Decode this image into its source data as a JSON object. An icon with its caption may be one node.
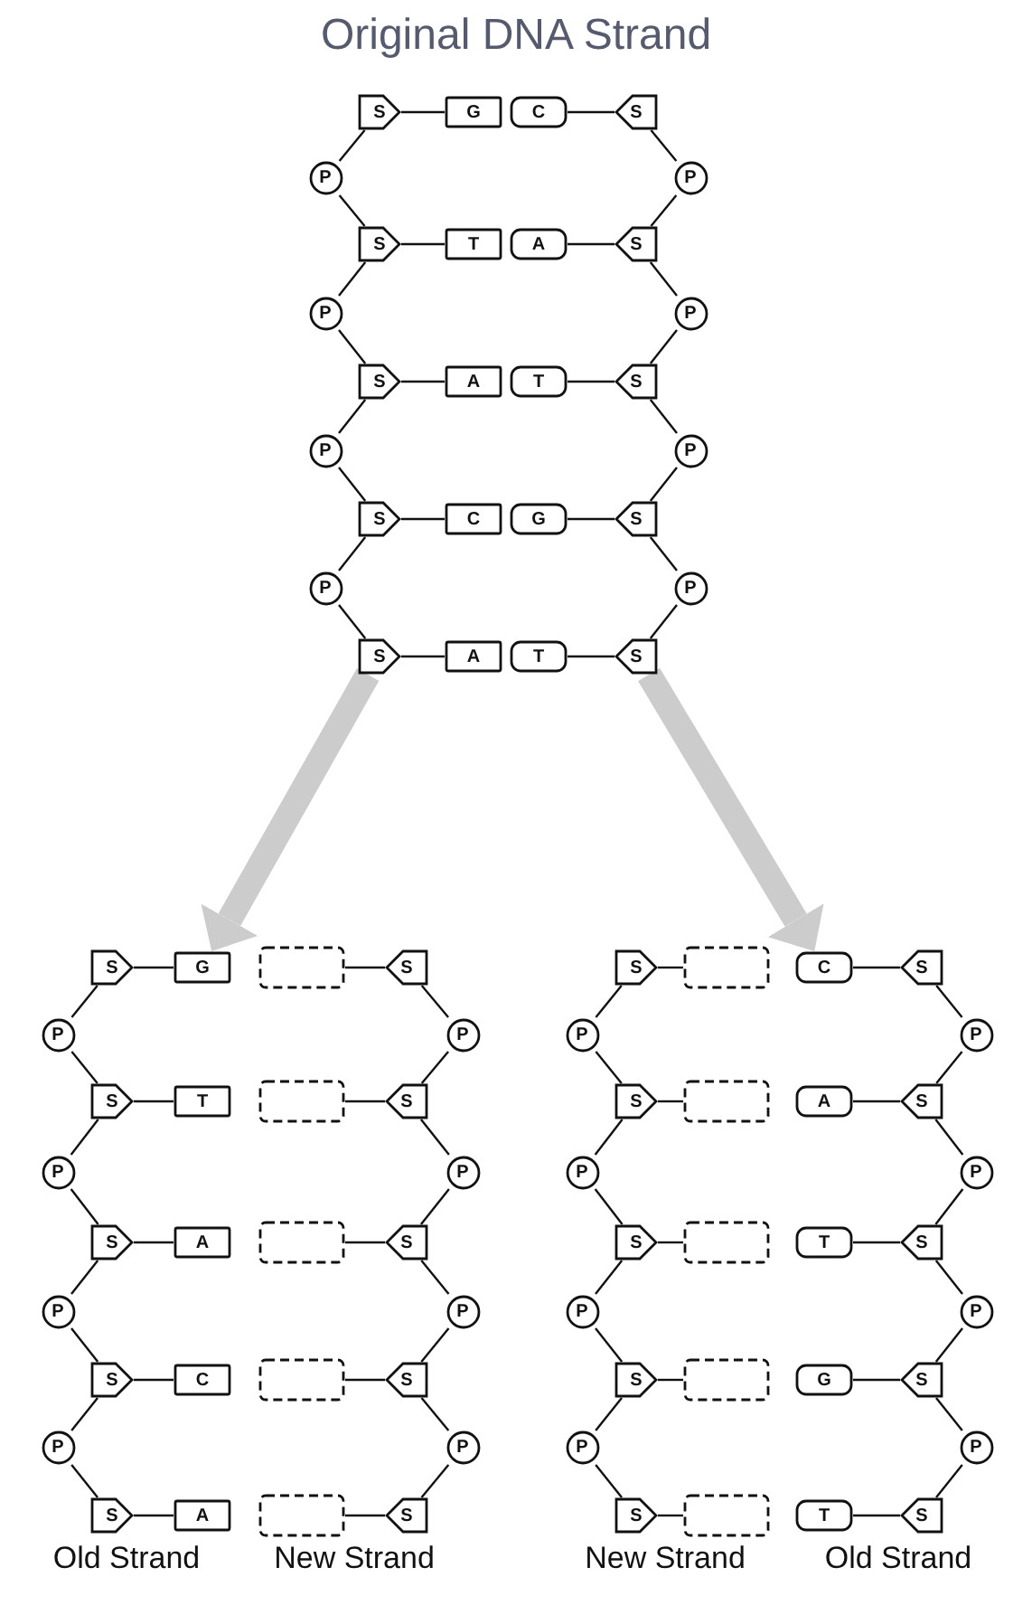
{
  "diagram": {
    "title": "Original DNA Strand",
    "nodes": [
      {
        "text": [
          "S"
        ]
      },
      {
        "text": [
          "G"
        ]
      },
      {
        "text": [
          "C"
        ]
      },
      {
        "text": [
          "S"
        ]
      },
      {
        "text": [
          "P"
        ]
      },
      {
        "text": [
          "P"
        ]
      },
      {
        "text": [
          "S"
        ]
      },
      {
        "text": [
          "T"
        ]
      },
      {
        "text": [
          "A"
        ]
      },
      {
        "text": [
          "S"
        ]
      },
      {
        "text": [
          "P"
        ]
      },
      {
        "text": [
          "P"
        ]
      },
      {
        "text": [
          "S"
        ]
      },
      {
        "text": [
          "A"
        ]
      },
      {
        "text": [
          "T"
        ]
      },
      {
        "text": [
          "S"
        ]
      },
      {
        "text": [
          "P"
        ]
      },
      {
        "text": [
          "P"
        ]
      },
      {
        "text": [
          "S"
        ]
      },
      {
        "text": [
          "C"
        ]
      },
      {
        "text": [
          "G"
        ]
      },
      {
        "text": [
          "S"
        ]
      },
      {
        "text": [
          "P"
        ]
      },
      {
        "text": [
          "P"
        ]
      },
      {
        "text": [
          "S"
        ]
      },
      {
        "text": [
          "A"
        ]
      },
      {
        "text": [
          "T"
        ]
      },
      {
        "text": [
          "S"
        ]
      },
      {
        "text": [
          "S"
        ]
      },
      {
        "text": [
          "G"
        ]
      },
      {
        "text": [],
        "shape": "box"
      },
      {
        "text": [
          "S"
        ]
      },
      {
        "text": [
          "P"
        ]
      },
      {
        "text": [
          "P"
        ]
      },
      {
        "text": [
          "S"
        ]
      },
      {
        "text": [
          "T"
        ]
      },
      {
        "text": [],
        "shape": "box"
      },
      {
        "text": [
          "S"
        ]
      },
      {
        "text": [
          "P"
        ]
      },
      {
        "text": [
          "P"
        ]
      },
      {
        "text": [
          "S"
        ]
      },
      {
        "text": [
          "A"
        ]
      },
      {
        "text": [],
        "shape": "box"
      },
      {
        "text": [
          "S"
        ]
      },
      {
        "text": [
          "P"
        ]
      },
      {
        "text": [
          "P"
        ]
      },
      {
        "text": [
          "S"
        ]
      },
      {
        "text": [
          "C"
        ]
      },
      {
        "text": [],
        "shape": "box"
      },
      {
        "text": [
          "S"
        ]
      },
      {
        "text": [
          "P"
        ]
      },
      {
        "text": [
          "P"
        ]
      },
      {
        "text": [
          "S"
        ]
      },
      {
        "text": [
          "A"
        ]
      },
      {
        "text": [],
        "shape": "box"
      },
      {
        "text": [
          "S"
        ]
      },
      {
        "text": [
          "S"
        ]
      },
      {
        "text": [],
        "shape": "box"
      },
      {
        "text": [
          "C"
        ]
      },
      {
        "text": [
          "S"
        ]
      },
      {
        "text": [
          "P"
        ]
      },
      {
        "text": [
          "P"
        ]
      },
      {
        "text": [
          "S"
        ]
      },
      {
        "text": [],
        "shape": "box"
      },
      {
        "text": [
          "A"
        ]
      },
      {
        "text": [
          "S"
        ]
      },
      {
        "text": [
          "P"
        ]
      },
      {
        "text": [
          "P"
        ]
      },
      {
        "text": [
          "S"
        ]
      },
      {
        "text": [],
        "shape": "box"
      },
      {
        "text": [
          "T"
        ]
      },
      {
        "text": [
          "S"
        ]
      },
      {
        "text": [
          "P"
        ]
      },
      {
        "text": [
          "P"
        ]
      },
      {
        "text": [
          "S"
        ]
      },
      {
        "text": [],
        "shape": "box"
      },
      {
        "text": [
          "G"
        ]
      },
      {
        "text": [
          "S"
        ]
      },
      {
        "text": [
          "P"
        ]
      },
      {
        "text": [
          "P"
        ]
      },
      {
        "text": [
          "S"
        ]
      },
      {
        "text": [],
        "shape": "box"
      },
      {
        "text": [
          "T"
        ]
      },
      {
        "text": [
          "S"
        ]
      }
    ],
    "edges": [
      {
        "from": 0,
        "to": 1,
        "arrow": "none"
      },
      {
        "from": 2,
        "to": 3,
        "arrow": "none"
      },
      {
        "from": 0,
        "to": 4,
        "arrow": "none"
      },
      {
        "from": 4,
        "to": 6,
        "arrow": "none"
      },
      {
        "from": 3,
        "to": 5,
        "arrow": "none"
      },
      {
        "from": 5,
        "to": 9,
        "arrow": "none"
      },
      {
        "from": 6,
        "to": 7,
        "arrow": "none"
      },
      {
        "from": 8,
        "to": 9,
        "arrow": "none"
      },
      {
        "from": 6,
        "to": 10,
        "arrow": "none"
      },
      {
        "from": 10,
        "to": 12,
        "arrow": "none"
      },
      {
        "from": 9,
        "to": 11,
        "arrow": "none"
      },
      {
        "from": 11,
        "to": 15,
        "arrow": "none"
      },
      {
        "from": 12,
        "to": 13,
        "arrow": "none"
      },
      {
        "from": 14,
        "to": 15,
        "arrow": "none"
      },
      {
        "from": 12,
        "to": 16,
        "arrow": "none"
      },
      {
        "from": 16,
        "to": 18,
        "arrow": "none"
      },
      {
        "from": 15,
        "to": 17,
        "arrow": "none"
      },
      {
        "from": 17,
        "to": 21,
        "arrow": "none"
      },
      {
        "from": 18,
        "to": 19,
        "arrow": "none"
      },
      {
        "from": 20,
        "to": 21,
        "arrow": "none"
      },
      {
        "from": 18,
        "to": 22,
        "arrow": "none"
      },
      {
        "from": 22,
        "to": 24,
        "arrow": "none"
      },
      {
        "from": 21,
        "to": 23,
        "arrow": "none"
      },
      {
        "from": 23,
        "to": 27,
        "arrow": "none"
      },
      {
        "from": 24,
        "to": 25,
        "arrow": "none"
      },
      {
        "from": 26,
        "to": 27,
        "arrow": "none"
      },
      {
        "from": 28,
        "to": 29,
        "arrow": "none"
      },
      {
        "from": 30,
        "to": 31,
        "arrow": "none"
      },
      {
        "from": 28,
        "to": 32,
        "arrow": "none"
      },
      {
        "from": 32,
        "to": 34,
        "arrow": "none"
      },
      {
        "from": 31,
        "to": 33,
        "arrow": "none"
      },
      {
        "from": 33,
        "to": 37,
        "arrow": "none"
      },
      {
        "from": 34,
        "to": 35,
        "arrow": "none"
      },
      {
        "from": 36,
        "to": 37,
        "arrow": "none"
      },
      {
        "from": 34,
        "to": 38,
        "arrow": "none"
      },
      {
        "from": 38,
        "to": 40,
        "arrow": "none"
      },
      {
        "from": 37,
        "to": 39,
        "arrow": "none"
      },
      {
        "from": 39,
        "to": 43,
        "arrow": "none"
      },
      {
        "from": 40,
        "to": 41,
        "arrow": "none"
      },
      {
        "from": 42,
        "to": 43,
        "arrow": "none"
      },
      {
        "from": 40,
        "to": 44,
        "arrow": "none"
      },
      {
        "from": 44,
        "to": 46,
        "arrow": "none"
      },
      {
        "from": 43,
        "to": 45,
        "arrow": "none"
      },
      {
        "from": 45,
        "to": 49,
        "arrow": "none"
      },
      {
        "from": 46,
        "to": 47,
        "arrow": "none"
      },
      {
        "from": 48,
        "to": 49,
        "arrow": "none"
      },
      {
        "from": 46,
        "to": 50,
        "arrow": "none"
      },
      {
        "from": 50,
        "to": 52,
        "arrow": "none"
      },
      {
        "from": 49,
        "to": 51,
        "arrow": "none"
      },
      {
        "from": 51,
        "to": 55,
        "arrow": "none"
      },
      {
        "from": 52,
        "to": 53,
        "arrow": "none"
      },
      {
        "from": 54,
        "to": 55,
        "arrow": "none"
      },
      {
        "from": 56,
        "to": 57,
        "arrow": "none"
      },
      {
        "from": 58,
        "to": 59,
        "arrow": "none"
      },
      {
        "from": 56,
        "to": 60,
        "arrow": "none"
      },
      {
        "from": 60,
        "to": 62,
        "arrow": "none"
      },
      {
        "from": 59,
        "to": 61,
        "arrow": "none"
      },
      {
        "from": 61,
        "to": 65,
        "arrow": "none"
      },
      {
        "from": 62,
        "to": 63,
        "arrow": "none"
      },
      {
        "from": 64,
        "to": 65,
        "arrow": "none"
      },
      {
        "from": 62,
        "to": 66,
        "arrow": "none"
      },
      {
        "from": 66,
        "to": 68,
        "arrow": "none"
      },
      {
        "from": 65,
        "to": 67,
        "arrow": "none"
      },
      {
        "from": 67,
        "to": 71,
        "arrow": "none"
      },
      {
        "from": 68,
        "to": 69,
        "arrow": "none"
      },
      {
        "from": 70,
        "to": 71,
        "arrow": "none"
      },
      {
        "from": 68,
        "to": 72,
        "arrow": "none"
      },
      {
        "from": 72,
        "to": 74,
        "arrow": "none"
      },
      {
        "from": 71,
        "to": 73,
        "arrow": "none"
      },
      {
        "from": 73,
        "to": 77,
        "arrow": "none"
      },
      {
        "from": 74,
        "to": 75,
        "arrow": "none"
      },
      {
        "from": 76,
        "to": 77,
        "arrow": "none"
      },
      {
        "from": 74,
        "to": 78,
        "arrow": "none"
      },
      {
        "from": 78,
        "to": 80,
        "arrow": "none"
      },
      {
        "from": 77,
        "to": 79,
        "arrow": "none"
      },
      {
        "from": 79,
        "to": 83,
        "arrow": "none"
      },
      {
        "from": 80,
        "to": 81,
        "arrow": "none"
      },
      {
        "from": 82,
        "to": 83,
        "arrow": "none"
      },
      {
        "from": 24,
        "to": 29,
        "arrow": "to",
        "style": "thick",
        "color": "#cccccc"
      },
      {
        "from": 27,
        "to": 58,
        "arrow": "to",
        "style": "thick",
        "color": "#cccccc"
      }
    ],
    "labels": [
      "Old Strand",
      "New Strand",
      "New Strand",
      "Old Strand"
    ]
  }
}
